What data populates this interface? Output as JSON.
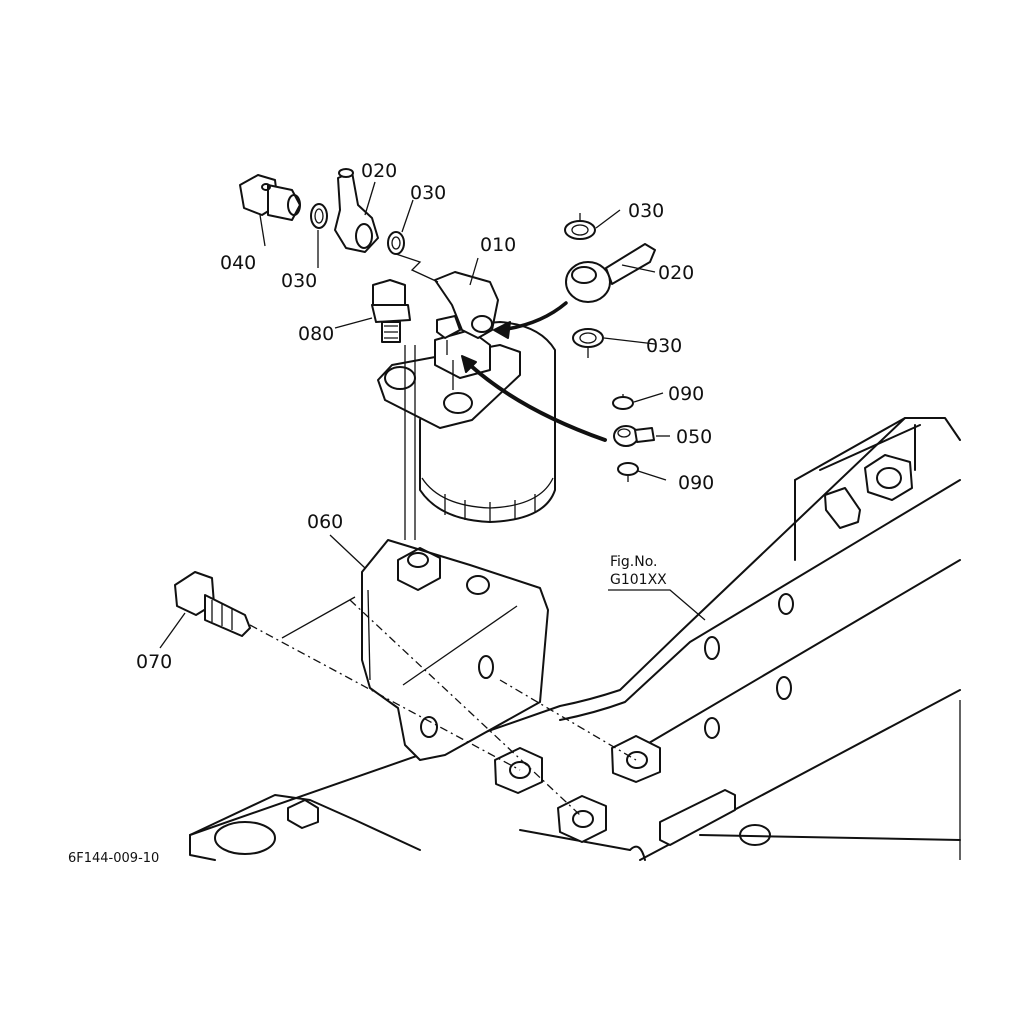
{
  "callouts": {
    "p010": "010",
    "p020_left": "020",
    "p020_right": "020",
    "p030_top": "030",
    "p030_left": "030",
    "p030_right_top": "030",
    "p030_right_bottom": "030",
    "p040": "040",
    "p050": "050",
    "p060": "060",
    "p070": "070",
    "p080": "080",
    "p090_top": "090",
    "p090_bottom": "090"
  },
  "figure_ref": {
    "line1": "Fig.No.",
    "line2": "G101XX"
  },
  "drawing_number": "6F144-009-10"
}
